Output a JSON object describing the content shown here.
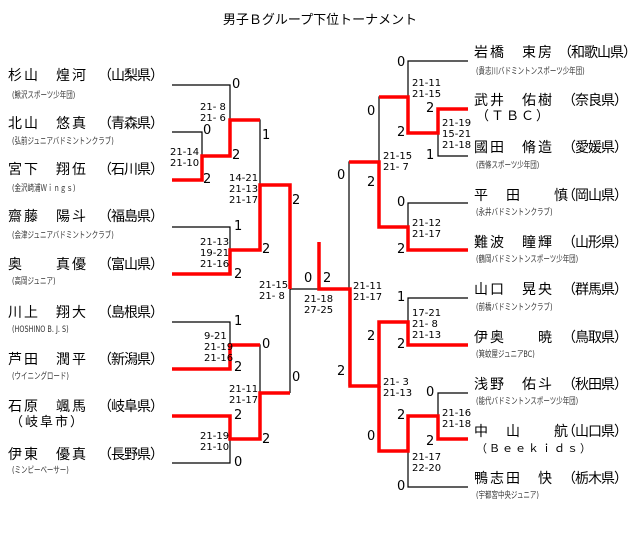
{
  "title": "男子Ｂグループ下位トーナメント",
  "colors": {
    "winner_line": "#ff0000",
    "line": "#000000"
  },
  "left_players": [
    {
      "name": "杉山　煌河",
      "pref": "（山梨県）",
      "club": "(鰍沢スポーツ少年団)"
    },
    {
      "name": "北山　悠真",
      "pref": "（青森県）",
      "club": "(弘前ジュニアバドミントンクラブ)"
    },
    {
      "name": "宮下　翔伍",
      "pref": "（石川県）",
      "club": "(金沢崎浦Ｗｉｎｇｓ)"
    },
    {
      "name": "齋藤　陽斗",
      "pref": "（福島県）",
      "club": "(会津ジュニアバドミントンクラブ)"
    },
    {
      "name": "奥　　真優",
      "pref": "（富山県）",
      "club": "(高岡ジュニア)"
    },
    {
      "name": "川上　翔大",
      "pref": "（島根県）",
      "club": "(HOSHINO B. J. S)"
    },
    {
      "name": "芦田　潤平",
      "pref": "（新潟県）",
      "club": "(ウイニングロード)"
    },
    {
      "name": "石原　颯馬",
      "pref": "（岐阜県）",
      "club": "（岐阜市）"
    },
    {
      "name": "伊東　優真",
      "pref": "（長野県）",
      "club": "(ミンピーベーサー)"
    }
  ],
  "right_players": [
    {
      "name": "岩橋　束房",
      "pref": "（和歌山県）",
      "club": "(貴志川バドミントンスポーツ少年団)"
    },
    {
      "name": "武井　佑樹",
      "pref": "（奈良県）",
      "club": "（ＴＢＣ）"
    },
    {
      "name": "國田　脩造",
      "pref": "（愛媛県）",
      "club": "(西條スポーツ少年団)"
    },
    {
      "name": "平　田　　慎",
      "pref": "（岡山県）",
      "club": "(永井バドミントンクラブ)"
    },
    {
      "name": "難波　瞳輝",
      "pref": "（山形県）",
      "club": "(鶴岡バドミントンスポーツ少年団)"
    },
    {
      "name": "山口　晃央",
      "pref": "（群馬県）",
      "club": "(前橋バドミントンクラブ)"
    },
    {
      "name": "伊奥　　暁",
      "pref": "（鳥取県）",
      "club": "(箕蚊屋ジュニアBC)"
    },
    {
      "name": "浅野　佑斗",
      "pref": "（秋田県）",
      "club": "(能代バドミントンスポーツ少年団)"
    },
    {
      "name": "中　山　　航",
      "pref": "（山口県）",
      "club": "（Ｂｅｅｋｉｄｓ）"
    },
    {
      "name": "鴨志田　快",
      "pref": "（栃木県）",
      "club": "(宇都宮中央ジュニア)"
    }
  ],
  "scores": {
    "L1": "0",
    "L2": "21- 8\n21- 6",
    "L3": "0",
    "L4": "21-14\n21-10",
    "L5": "2",
    "L6": "2",
    "L7": "1",
    "L8": "14-21\n21-13\n21-17",
    "L9": "2",
    "L10": "1",
    "L11": "21-13\n19-21\n21-16",
    "L12": "2",
    "L13": "2",
    "L14": "21-15\n21- 8",
    "L15": "1",
    "L16": "9-21\n21-19\n21-16",
    "L17": "2",
    "L18": "0",
    "L19": "21-11\n21-17",
    "L20": "2",
    "L21": "21-19\n21-10",
    "L22": "0",
    "L23": "2",
    "L24": "0",
    "C1": "0",
    "C2": "2",
    "C3": "21-18\n27-25",
    "C4": "21-11\n21-17",
    "R1": "0",
    "R2": "21-11\n21-15",
    "R3": "2",
    "R4": "21-19\n15-21\n21-18",
    "R5": "1",
    "R6": "2",
    "R7": "0",
    "R8": "21-15\n21- 7",
    "R9": "0",
    "R10": "21-12\n21-17",
    "R11": "2",
    "R12": "2",
    "R13": "0",
    "R14": "1",
    "R15": "17-21\n21- 8\n21-13",
    "R16": "2",
    "R17": "2",
    "R18": "21- 3\n21-13",
    "R19": "0",
    "R20": "21-16\n21-18",
    "R21": "2",
    "R22": "2",
    "R23": "21-17\n22-20",
    "R24": "0",
    "R25": "0",
    "R26": "2"
  }
}
